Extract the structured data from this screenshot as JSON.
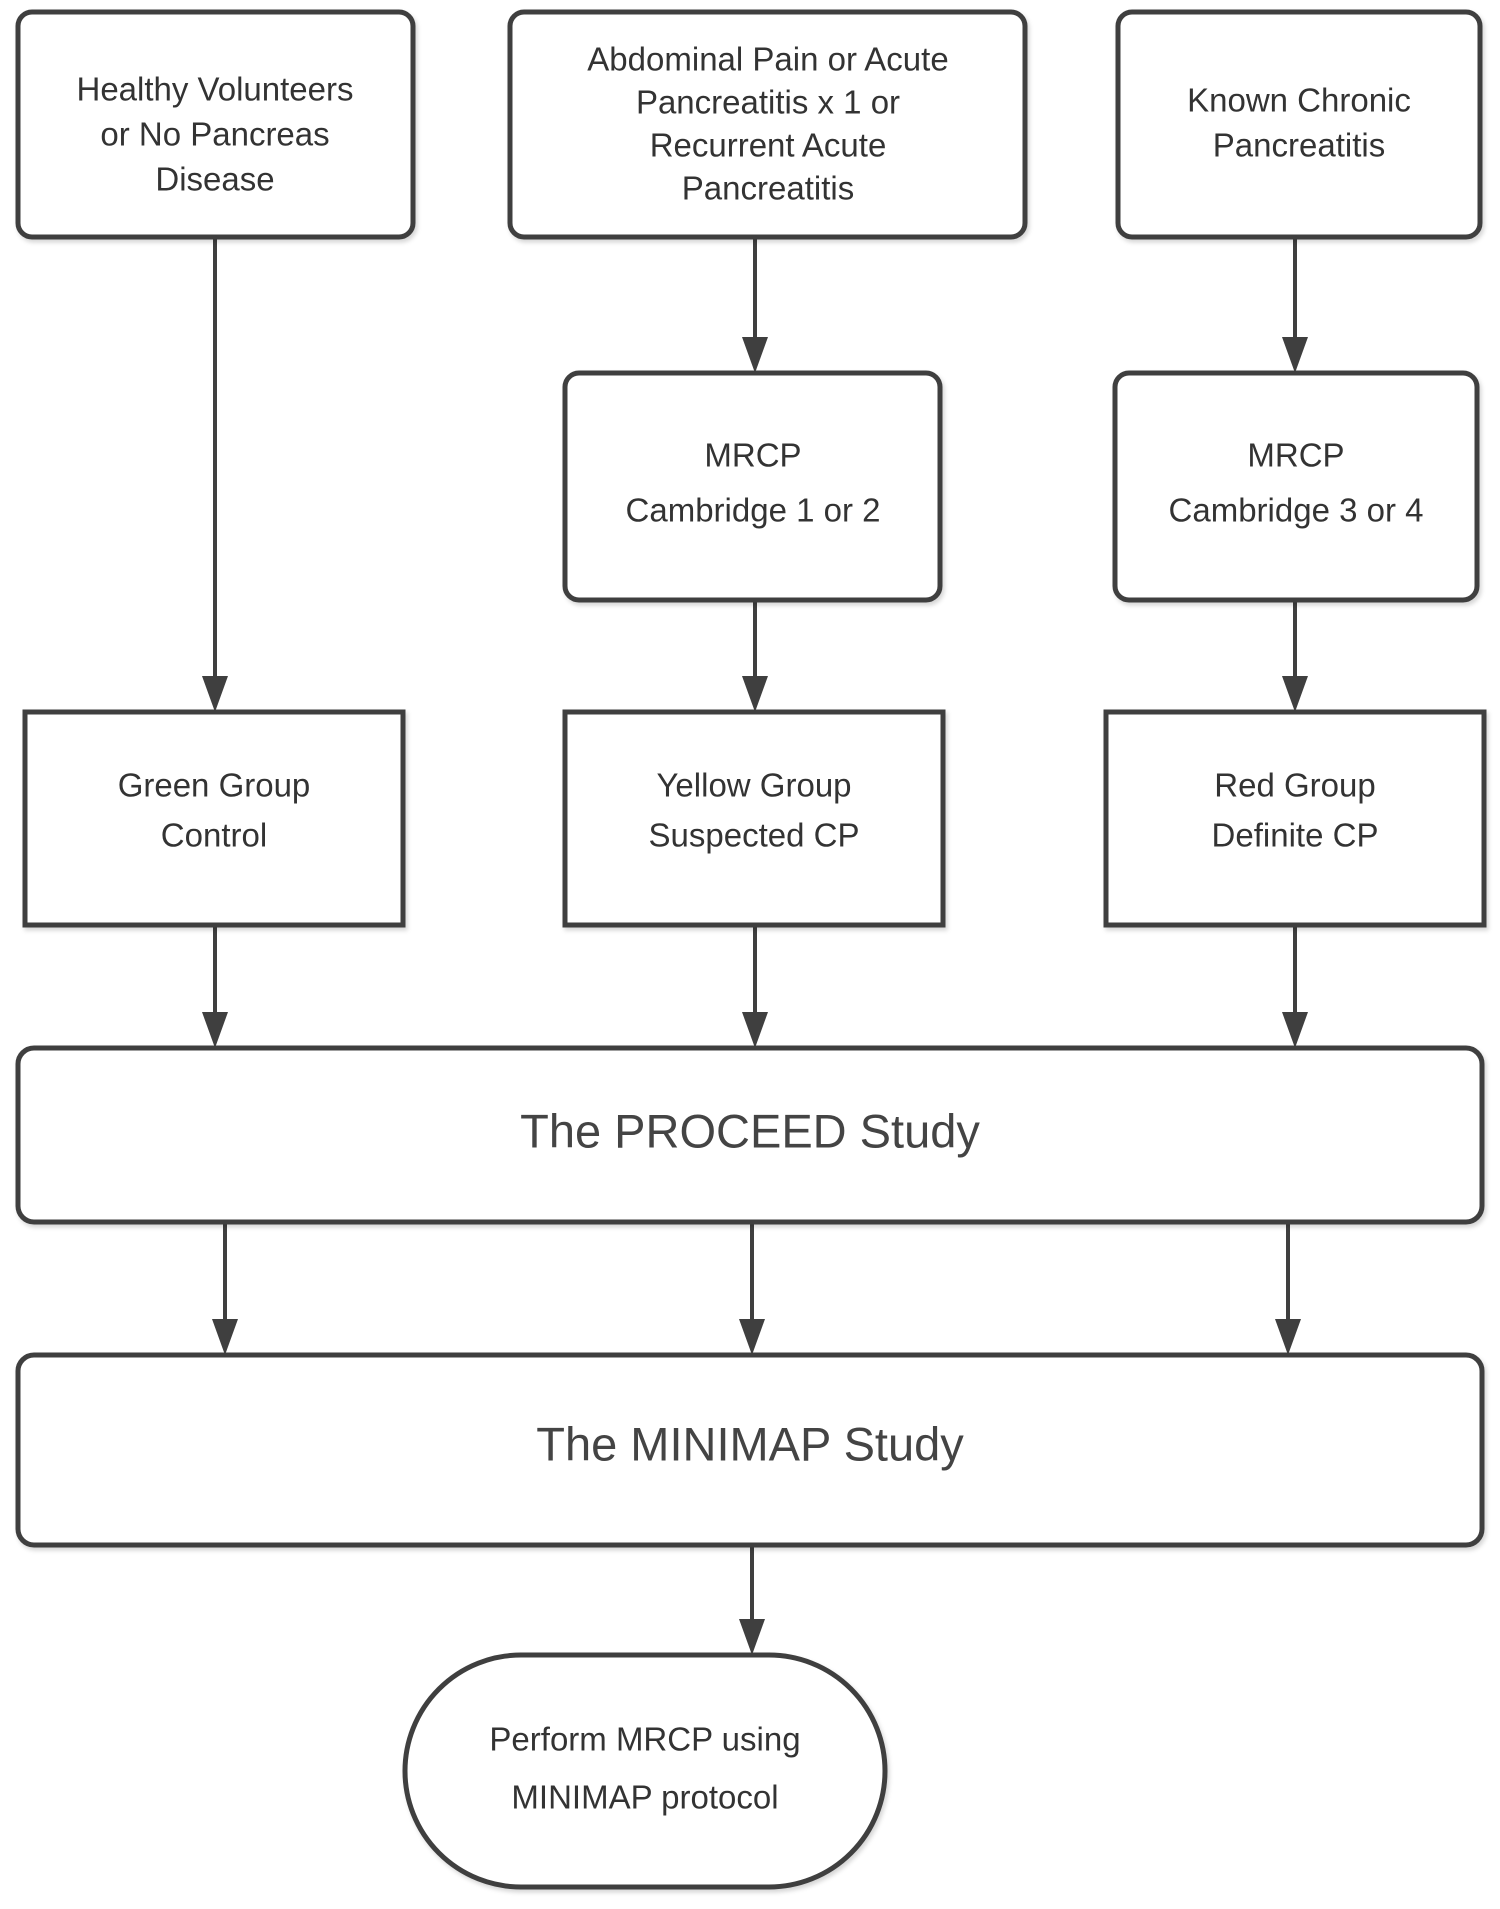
{
  "diagram": {
    "title": "PROCEED / MINIMAP study enrollment flowchart",
    "type": "flowchart",
    "colors": {
      "node_stroke": "#3f3f3f",
      "node_fill": "#ffffff",
      "text": "#333333",
      "edge": "#3f3f3f",
      "background": "#ffffff"
    },
    "nodes": [
      {
        "id": "healthy-volunteers",
        "shape": "rounded-rectangle",
        "lines": [
          "Healthy Volunteers",
          "or No Pancreas",
          "Disease"
        ]
      },
      {
        "id": "abdominal-pain",
        "shape": "rounded-rectangle",
        "lines": [
          "Abdominal Pain or Acute",
          "Pancreatitis x 1 or",
          "Recurrent Acute",
          "Pancreatitis"
        ]
      },
      {
        "id": "known-chronic-pancreatitis",
        "shape": "rounded-rectangle",
        "lines": [
          "Known Chronic",
          "Pancreatitis"
        ]
      },
      {
        "id": "mrcp-cambridge-1-2",
        "shape": "rounded-rectangle",
        "lines": [
          "MRCP",
          "Cambridge 1 or 2"
        ]
      },
      {
        "id": "mrcp-cambridge-3-4",
        "shape": "rounded-rectangle",
        "lines": [
          "MRCP",
          "Cambridge 3 or 4"
        ]
      },
      {
        "id": "green-group",
        "shape": "rectangle",
        "lines": [
          "Green Group",
          "Control"
        ]
      },
      {
        "id": "yellow-group",
        "shape": "rectangle",
        "lines": [
          "Yellow Group",
          "Suspected CP"
        ]
      },
      {
        "id": "red-group",
        "shape": "rectangle",
        "lines": [
          "Red Group",
          "Definite CP"
        ]
      },
      {
        "id": "proceed-study",
        "shape": "rounded-rectangle",
        "lines": [
          "The PROCEED Study"
        ]
      },
      {
        "id": "minimap-study",
        "shape": "rounded-rectangle",
        "lines": [
          "The MINIMAP Study"
        ]
      },
      {
        "id": "perform-mrcp",
        "shape": "stadium",
        "lines": [
          "Perform MRCP using",
          "MINIMAP protocol"
        ]
      }
    ],
    "edges": [
      {
        "from": "healthy-volunteers",
        "to": "green-group"
      },
      {
        "from": "abdominal-pain",
        "to": "mrcp-cambridge-1-2"
      },
      {
        "from": "known-chronic-pancreatitis",
        "to": "mrcp-cambridge-3-4"
      },
      {
        "from": "mrcp-cambridge-1-2",
        "to": "yellow-group"
      },
      {
        "from": "mrcp-cambridge-3-4",
        "to": "red-group"
      },
      {
        "from": "green-group",
        "to": "proceed-study"
      },
      {
        "from": "yellow-group",
        "to": "proceed-study"
      },
      {
        "from": "red-group",
        "to": "proceed-study"
      },
      {
        "from": "proceed-study",
        "to": "minimap-study",
        "lane": "left"
      },
      {
        "from": "proceed-study",
        "to": "minimap-study",
        "lane": "center"
      },
      {
        "from": "proceed-study",
        "to": "minimap-study",
        "lane": "right"
      },
      {
        "from": "minimap-study",
        "to": "perform-mrcp"
      }
    ]
  },
  "text": {
    "healthy_volunteers_l1": "Healthy Volunteers",
    "healthy_volunteers_l2": "or No Pancreas",
    "healthy_volunteers_l3": "Disease",
    "abdominal_pain_l1": "Abdominal Pain or Acute",
    "abdominal_pain_l2": "Pancreatitis x 1 or",
    "abdominal_pain_l3": "Recurrent Acute",
    "abdominal_pain_l4": "Pancreatitis",
    "known_cp_l1": "Known Chronic",
    "known_cp_l2": "Pancreatitis",
    "mrcp12_l1": "MRCP",
    "mrcp12_l2": "Cambridge 1 or 2",
    "mrcp34_l1": "MRCP",
    "mrcp34_l2": "Cambridge 3 or 4",
    "green_l1": "Green Group",
    "green_l2": "Control",
    "yellow_l1": "Yellow Group",
    "yellow_l2": "Suspected CP",
    "red_l1": "Red Group",
    "red_l2": "Definite CP",
    "proceed": "The PROCEED Study",
    "minimap": "The MINIMAP Study",
    "perform_l1": "Perform MRCP using",
    "perform_l2": "MINIMAP protocol"
  }
}
